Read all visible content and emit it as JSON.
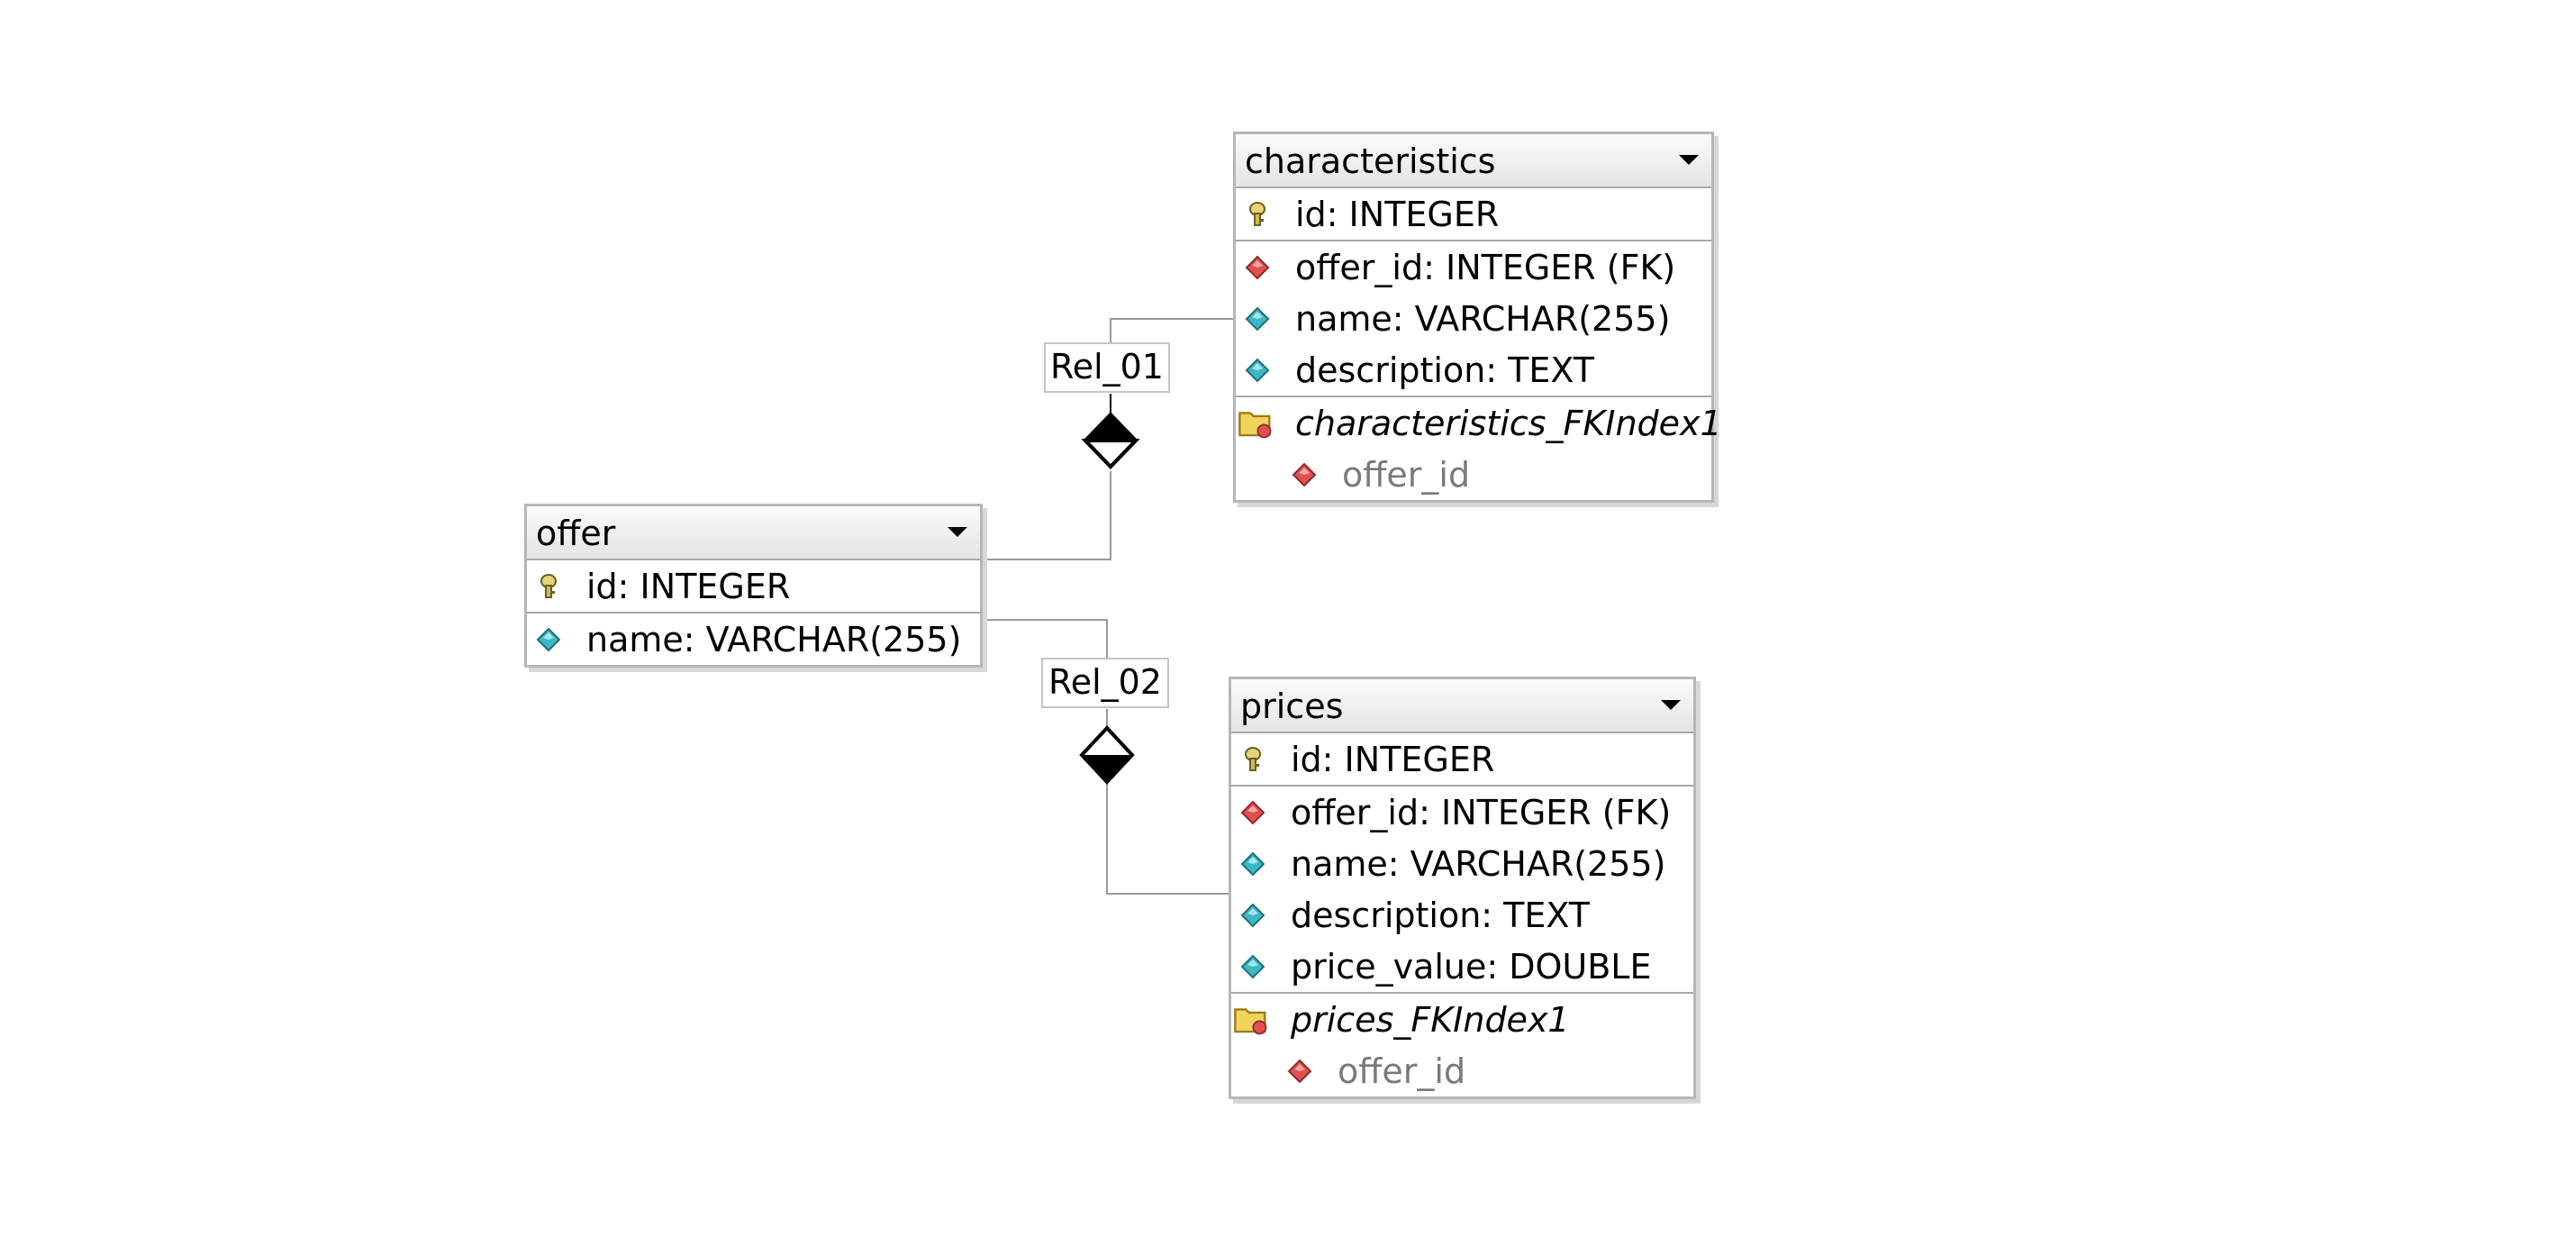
{
  "tables": {
    "characteristics": {
      "title": "characteristics",
      "pk": "id: INTEGER",
      "columns": [
        "offer_id: INTEGER (FK)",
        "name: VARCHAR(255)",
        "description: TEXT"
      ],
      "index_name": "characteristics_FKIndex1",
      "index_column": "offer_id"
    },
    "offer": {
      "title": "offer",
      "pk": "id: INTEGER",
      "columns": [
        "name: VARCHAR(255)"
      ]
    },
    "prices": {
      "title": "prices",
      "pk": "id: INTEGER",
      "columns": [
        "offer_id: INTEGER (FK)",
        "name: VARCHAR(255)",
        "description: TEXT",
        "price_value: DOUBLE"
      ],
      "index_name": "prices_FKIndex1",
      "index_column": "offer_id"
    }
  },
  "relations": {
    "rel_01": "Rel_01",
    "rel_02": "Rel_02"
  },
  "icons": {
    "primary_key": "key-icon",
    "foreign_key": "red-diamond-icon",
    "attribute": "cyan-diamond-icon",
    "index": "folder-icon"
  },
  "colors": {
    "table_border": "#b6b6b6",
    "header_top": "#fbfbfb",
    "header_bottom": "#e4e4e4",
    "fk_diamond": "#e0504f",
    "attr_diamond": "#3bb8c4",
    "index_folder": "#f2d35b",
    "connector": "#9a9a9a"
  }
}
